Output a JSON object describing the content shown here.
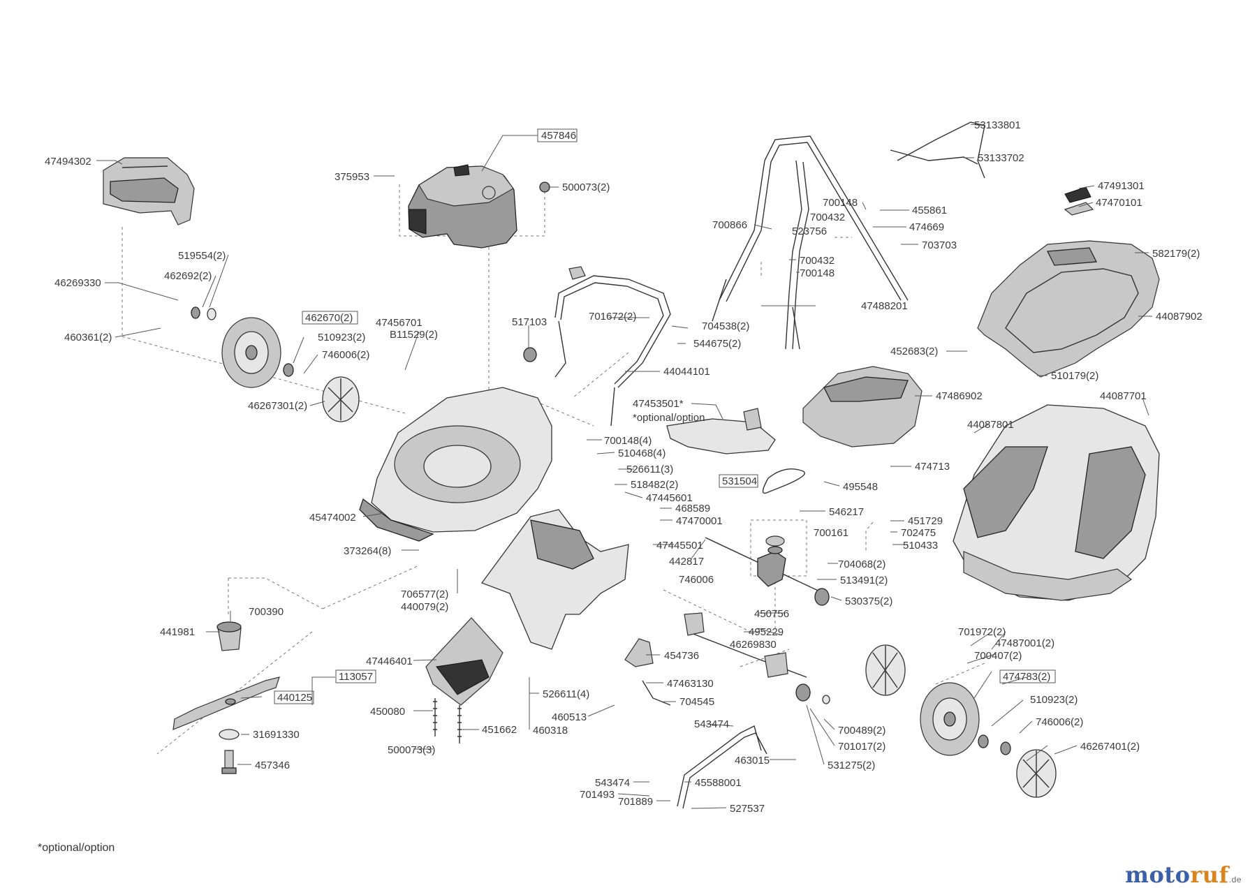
{
  "diagram": {
    "labels": [
      {
        "id": "l01",
        "text": "47494302",
        "boxed": false
      },
      {
        "id": "l02",
        "text": "457846",
        "boxed": true
      },
      {
        "id": "l03",
        "text": "375953",
        "boxed": false
      },
      {
        "id": "l04",
        "text": "500073(2)",
        "boxed": false
      },
      {
        "id": "l05",
        "text": "53133801",
        "boxed": false
      },
      {
        "id": "l06",
        "text": "53133702",
        "boxed": false
      },
      {
        "id": "l07",
        "text": "700148",
        "boxed": false
      },
      {
        "id": "l08",
        "text": "455861",
        "boxed": false
      },
      {
        "id": "l09",
        "text": "700432",
        "boxed": false
      },
      {
        "id": "l10",
        "text": "474669",
        "boxed": false
      },
      {
        "id": "l11",
        "text": "700866",
        "boxed": false
      },
      {
        "id": "l12",
        "text": "523756",
        "boxed": false
      },
      {
        "id": "l13",
        "text": "703703",
        "boxed": false
      },
      {
        "id": "l14",
        "text": "700432",
        "boxed": false
      },
      {
        "id": "l15",
        "text": "700148",
        "boxed": false
      },
      {
        "id": "l16",
        "text": "47491301",
        "boxed": false
      },
      {
        "id": "l17",
        "text": "47470101",
        "boxed": false
      },
      {
        "id": "l18",
        "text": "582179(2)",
        "boxed": false
      },
      {
        "id": "l19",
        "text": "519554(2)",
        "boxed": false
      },
      {
        "id": "l20",
        "text": "46269330",
        "boxed": false
      },
      {
        "id": "l21",
        "text": "462692(2)",
        "boxed": false
      },
      {
        "id": "l22",
        "text": "462670(2)",
        "boxed": true
      },
      {
        "id": "l23",
        "text": "460361(2)",
        "boxed": false
      },
      {
        "id": "l24",
        "text": "510923(2)",
        "boxed": false
      },
      {
        "id": "l25",
        "text": "746006(2)",
        "boxed": false
      },
      {
        "id": "l26",
        "text": "46267301(2)",
        "boxed": false
      },
      {
        "id": "l27",
        "text": "47456701",
        "boxed": false
      },
      {
        "id": "l28",
        "text": "B11529(2)",
        "boxed": false
      },
      {
        "id": "l29",
        "text": "517103",
        "boxed": false
      },
      {
        "id": "l30",
        "text": "701672(2)",
        "boxed": false
      },
      {
        "id": "l31",
        "text": "704538(2)",
        "boxed": false
      },
      {
        "id": "l32",
        "text": "544675(2)",
        "boxed": false
      },
      {
        "id": "l33",
        "text": "44044101",
        "boxed": false
      },
      {
        "id": "l34",
        "text": "47488201",
        "boxed": false
      },
      {
        "id": "l35",
        "text": "44087902",
        "boxed": false
      },
      {
        "id": "l36",
        "text": "452683(2)",
        "boxed": false
      },
      {
        "id": "l37",
        "text": "510179(2)",
        "boxed": false
      },
      {
        "id": "l38",
        "text": "47453501*",
        "boxed": false
      },
      {
        "id": "l39",
        "text": "*optional/option",
        "boxed": false
      },
      {
        "id": "l40",
        "text": "47486902",
        "boxed": false
      },
      {
        "id": "l41",
        "text": "44087701",
        "boxed": false
      },
      {
        "id": "l42",
        "text": "44087801",
        "boxed": false
      },
      {
        "id": "l43",
        "text": "700148(4)",
        "boxed": false
      },
      {
        "id": "l44",
        "text": "510468(4)",
        "boxed": false
      },
      {
        "id": "l45",
        "text": "526611(3)",
        "boxed": false
      },
      {
        "id": "l46",
        "text": "518482(2)",
        "boxed": false
      },
      {
        "id": "l47",
        "text": "474713",
        "boxed": false
      },
      {
        "id": "l48",
        "text": "531504",
        "boxed": true
      },
      {
        "id": "l49",
        "text": "495548",
        "boxed": false
      },
      {
        "id": "l50",
        "text": "47445601",
        "boxed": false
      },
      {
        "id": "l51",
        "text": "468589",
        "boxed": false
      },
      {
        "id": "l52",
        "text": "47470001",
        "boxed": false
      },
      {
        "id": "l53",
        "text": "546217",
        "boxed": false
      },
      {
        "id": "l54",
        "text": "451729",
        "boxed": false
      },
      {
        "id": "l55",
        "text": "45474002",
        "boxed": false
      },
      {
        "id": "l56",
        "text": "700161",
        "boxed": false
      },
      {
        "id": "l57",
        "text": "702475",
        "boxed": false
      },
      {
        "id": "l58",
        "text": "510433",
        "boxed": false
      },
      {
        "id": "l59",
        "text": "47445501",
        "boxed": false
      },
      {
        "id": "l60",
        "text": "442817",
        "boxed": false
      },
      {
        "id": "l61",
        "text": "373264(8)",
        "boxed": false
      },
      {
        "id": "l62",
        "text": "704068(2)",
        "boxed": false
      },
      {
        "id": "l63",
        "text": "746006",
        "boxed": false
      },
      {
        "id": "l64",
        "text": "513491(2)",
        "boxed": false
      },
      {
        "id": "l65",
        "text": "706577(2)",
        "boxed": false
      },
      {
        "id": "l66",
        "text": "440079(2)",
        "boxed": false
      },
      {
        "id": "l67",
        "text": "530375(2)",
        "boxed": false
      },
      {
        "id": "l68",
        "text": "700390",
        "boxed": false
      },
      {
        "id": "l69",
        "text": "450756",
        "boxed": false
      },
      {
        "id": "l70",
        "text": "441981",
        "boxed": false
      },
      {
        "id": "l71",
        "text": "495229",
        "boxed": false
      },
      {
        "id": "l72",
        "text": "46269830",
        "boxed": false
      },
      {
        "id": "l73",
        "text": "701972(2)",
        "boxed": false
      },
      {
        "id": "l74",
        "text": "47487001(2)",
        "boxed": false
      },
      {
        "id": "l75",
        "text": "700407(2)",
        "boxed": false
      },
      {
        "id": "l76",
        "text": "474783(2)",
        "boxed": true
      },
      {
        "id": "l77",
        "text": "454736",
        "boxed": false
      },
      {
        "id": "l78",
        "text": "47446401",
        "boxed": false
      },
      {
        "id": "l79",
        "text": "113057",
        "boxed": true
      },
      {
        "id": "l80",
        "text": "47463130",
        "boxed": false
      },
      {
        "id": "l81",
        "text": "510923(2)",
        "boxed": false
      },
      {
        "id": "l82",
        "text": "440125",
        "boxed": true
      },
      {
        "id": "l83",
        "text": "526611(4)",
        "boxed": false
      },
      {
        "id": "l84",
        "text": "704545",
        "boxed": false
      },
      {
        "id": "l85",
        "text": "746006(2)",
        "boxed": false
      },
      {
        "id": "l86",
        "text": "450080",
        "boxed": false
      },
      {
        "id": "l87",
        "text": "460513",
        "boxed": false
      },
      {
        "id": "l88",
        "text": "543474",
        "boxed": false
      },
      {
        "id": "l89",
        "text": "700489(2)",
        "boxed": false
      },
      {
        "id": "l90",
        "text": "46267401(2)",
        "boxed": false
      },
      {
        "id": "l91",
        "text": "451662",
        "boxed": false
      },
      {
        "id": "l92",
        "text": "460318",
        "boxed": false
      },
      {
        "id": "l93",
        "text": "31691330",
        "boxed": false
      },
      {
        "id": "l94",
        "text": "701017(2)",
        "boxed": false
      },
      {
        "id": "l95",
        "text": "500073(3)",
        "boxed": false
      },
      {
        "id": "l96",
        "text": "463015",
        "boxed": false
      },
      {
        "id": "l97",
        "text": "531275(2)",
        "boxed": false
      },
      {
        "id": "l98",
        "text": "457346",
        "boxed": false
      },
      {
        "id": "l99",
        "text": "543474",
        "boxed": false
      },
      {
        "id": "l100",
        "text": "45588001",
        "boxed": false
      },
      {
        "id": "l101",
        "text": "701493",
        "boxed": false
      },
      {
        "id": "l102",
        "text": "701889",
        "boxed": false
      },
      {
        "id": "l103",
        "text": "527537",
        "boxed": false
      }
    ],
    "footnote": "*optional/option",
    "watermark": {
      "part1": "moto",
      "part2": "ruf",
      "tld": ".de"
    }
  }
}
